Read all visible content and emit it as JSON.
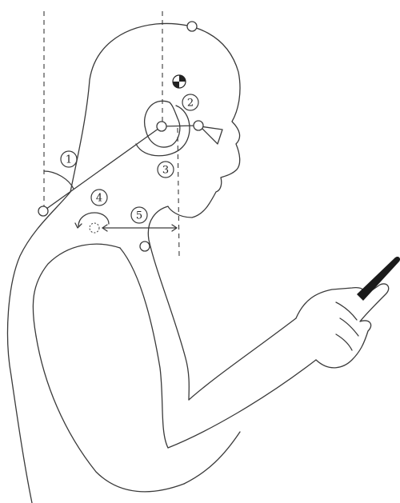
{
  "labels": {
    "craniovertebral_angle": "1",
    "head_center_of_mass": "2",
    "head_rotation": "3",
    "head_translation_direction": "4",
    "forward_head_distance": "5"
  },
  "colors": {
    "stroke": "#3a3a3a",
    "phone": "#1a1a1a",
    "background": "#ffffff"
  }
}
